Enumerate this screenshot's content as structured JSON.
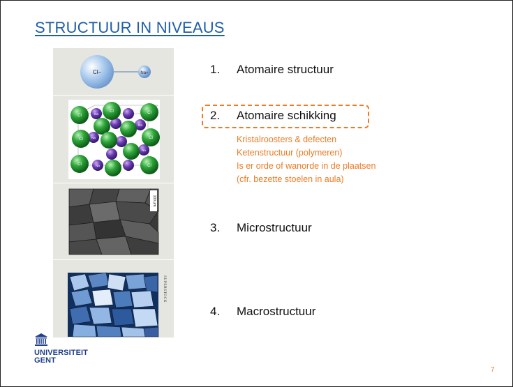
{
  "title": "STRUCTUUR IN NIVEAUS",
  "images": {
    "ion_pair": {
      "anion": "Cl−",
      "cation": "Na+"
    },
    "lattice": {
      "anion": "Cl",
      "cation": "Na",
      "charge": "−",
      "cation_charge": "+"
    },
    "micro_scale_label": "100 μm",
    "macro_watermark": "SUPERSTOCK"
  },
  "items": [
    {
      "num": "1.",
      "label": "Atomaire structuur"
    },
    {
      "num": "2.",
      "label": "Atomaire schikking"
    },
    {
      "num": "3.",
      "label": "Microstructuur"
    },
    {
      "num": "4.",
      "label": "Macrostructuur"
    }
  ],
  "sub_items": [
    "Kristalroosters & defecten",
    "Ketenstructuur (polymeren)",
    "Is er orde of wanorde in de plaatsen",
    "(cfr. bezette stoelen in aula)"
  ],
  "logo": {
    "line1": "UNIVERSITEIT",
    "line2": "GENT"
  },
  "page_number": "7",
  "colors": {
    "title": "#1f5ea8",
    "accent": "#ef7a22",
    "logo": "#1f3f8a"
  }
}
